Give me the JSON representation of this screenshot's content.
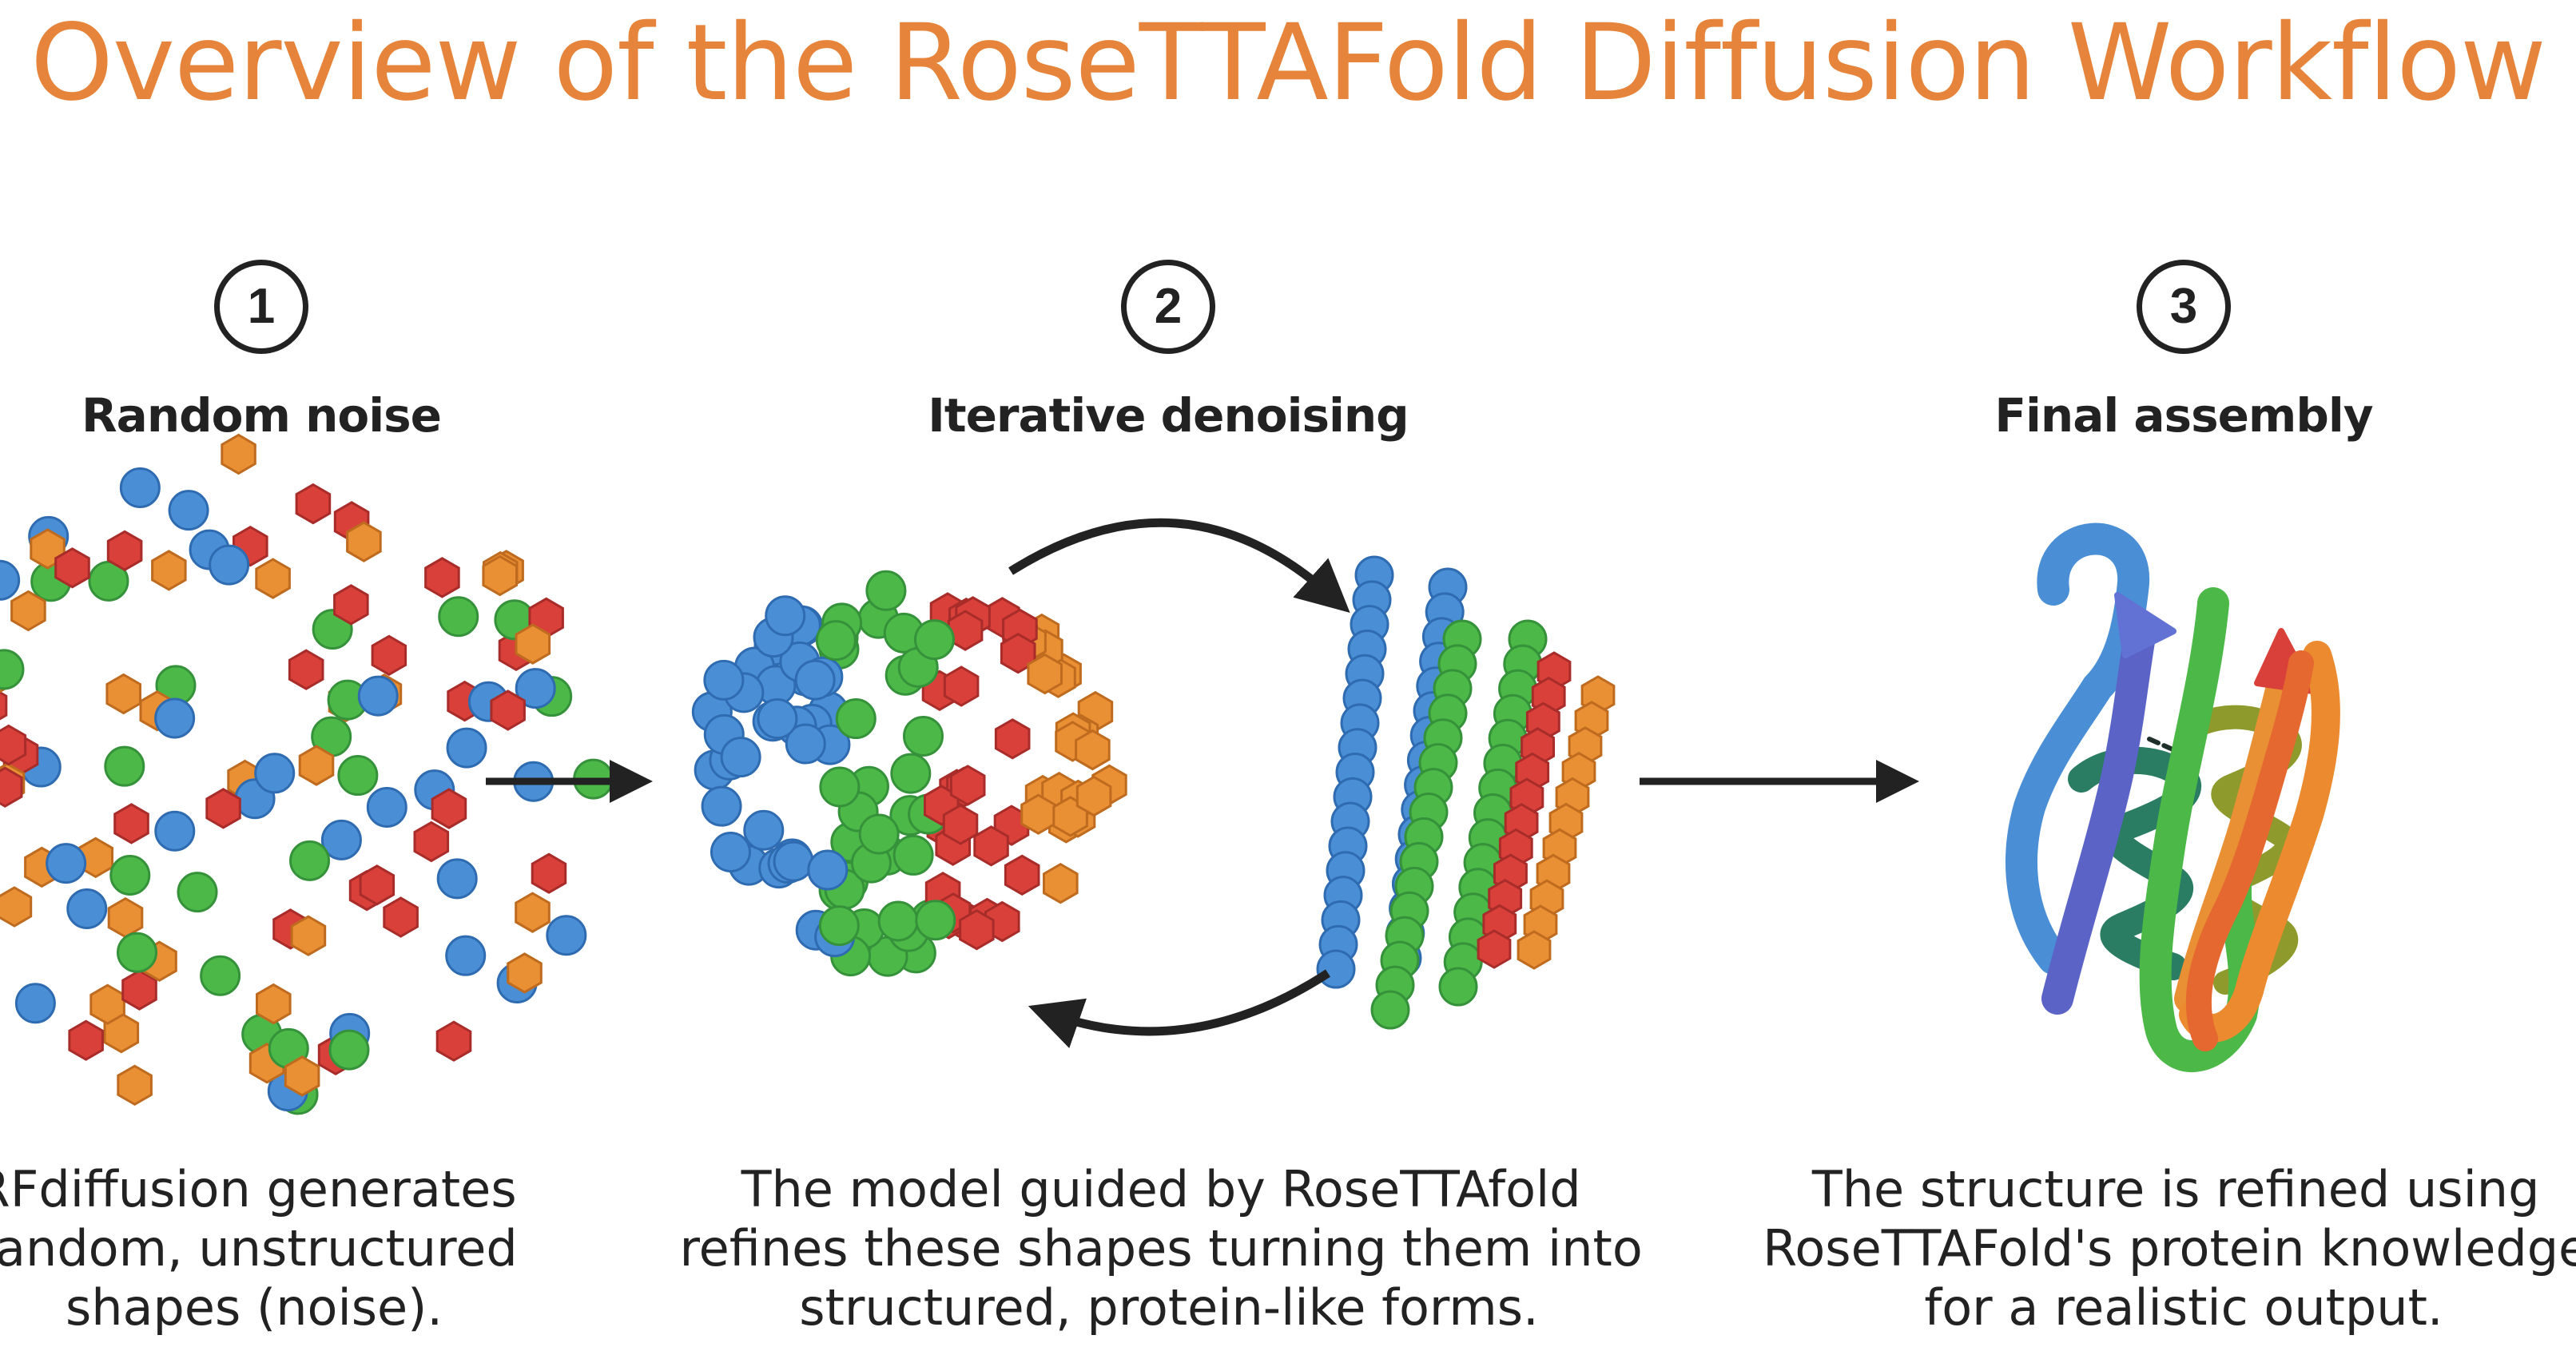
{
  "title": "Overview of the RoseTTAFold Diffusion Workflow",
  "colors": {
    "title": "#e5843a",
    "text": "#222222",
    "blue": "#4a8fd6",
    "green": "#4cb848",
    "red": "#d9403a",
    "orange": "#e98f34",
    "arrow": "#222222"
  },
  "steps": [
    {
      "number": "1",
      "heading": "Random noise",
      "description": [
        "RFdiffusion generates",
        "random, unstructured",
        "shapes (noise)."
      ]
    },
    {
      "number": "2",
      "heading": "Iterative denoising",
      "description": [
        "The model guided by RoseTTAfold",
        "refines these shapes turning them into",
        "structured, protein-like forms."
      ]
    },
    {
      "number": "3",
      "heading": "Final assembly",
      "description": [
        "The structure is refined using",
        "RoseTTAFold's protein knowledge",
        "for a realistic output."
      ]
    }
  ],
  "icons": [
    "circle-marker",
    "hexagon-marker",
    "forward-arrow-icon",
    "cycle-arrow-icon",
    "protein-ribbon-icon"
  ]
}
